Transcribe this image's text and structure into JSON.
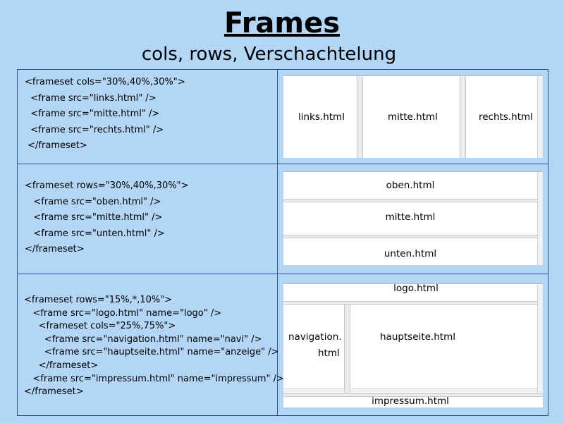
{
  "header": {
    "title": "Frames",
    "subtitle": "cols, rows, Verschachtelung"
  },
  "rows": [
    {
      "code": "<frameset cols=\"30%,40%,30%\">\n  <frame src=\"links.html\" />\n  <frame src=\"mitte.html\" />\n  <frame src=\"rechts.html\" />\n </frameset>",
      "frames": [
        "links.html",
        "mitte.html",
        "rechts.html"
      ]
    },
    {
      "code": "<frameset rows=\"30%,40%,30%\">\n   <frame src=\"oben.html\" />\n   <frame src=\"mitte.html\" />\n   <frame src=\"unten.html\" />\n</frameset>",
      "frames": [
        "oben.html",
        "mitte.html",
        "unten.html"
      ]
    },
    {
      "code": "<frameset rows=\"15%,*,10%\">\n   <frame src=\"logo.html\" name=\"logo\" />\n     <frameset cols=\"25%,75%\">\n       <frame src=\"navigation.html\" name=\"navi\" />\n       <frame src=\"hauptseite.html\" name=\"anzeige\" />\n     </frameset>\n   <frame src=\"impressum.html\" name=\"impressum\" />\n</frameset>",
      "frames": {
        "logo": "logo.html",
        "navigation_line1": "navigation.",
        "navigation_line2": "html",
        "main": "hauptseite.html",
        "footer": "impressum.html"
      }
    }
  ]
}
